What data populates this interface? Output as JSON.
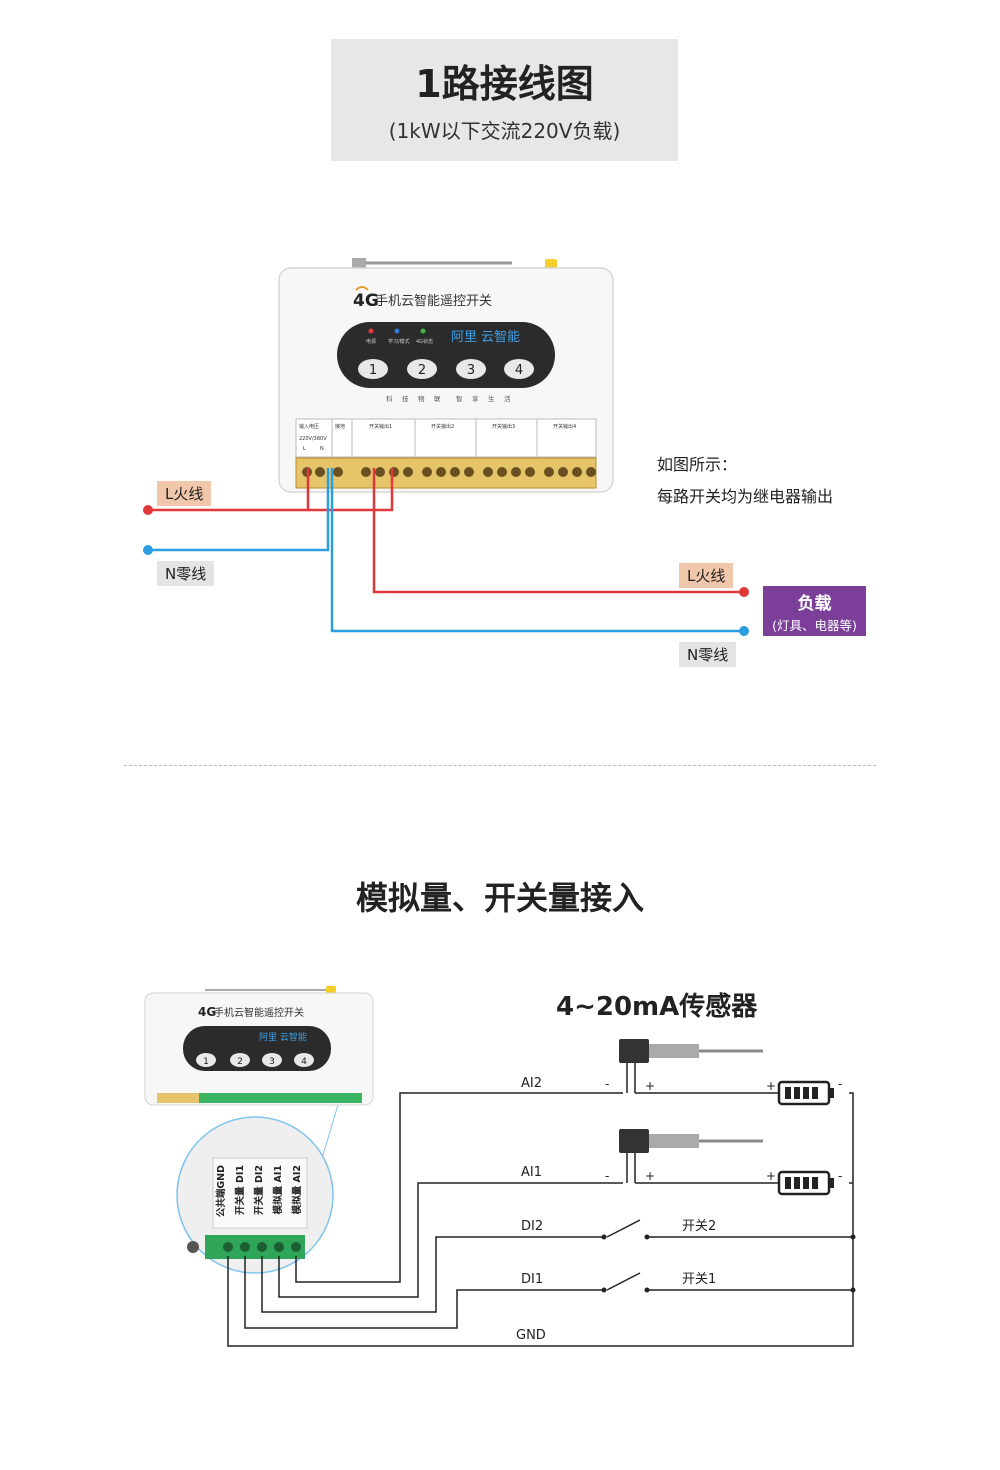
{
  "header": {
    "title": "1路接线图",
    "subtitle": "(1kW以下交流220V负载)"
  },
  "device": {
    "brand_4g": "4G",
    "name": "手机云智能遥控开关",
    "panel_brand": "阿里 云智能",
    "led_labels": [
      "电源",
      "学习/模式",
      "4G状态"
    ],
    "buttons": [
      "1",
      "2",
      "3",
      "4"
    ],
    "slogan": [
      "科",
      "技",
      "物",
      "联",
      "智",
      "享",
      "生",
      "活"
    ],
    "terminal_labels": [
      "输入电压",
      "接地",
      "开关输出1",
      "开关输出2",
      "开关输出3",
      "开关输出4"
    ],
    "voltage_label": "220V/380V",
    "ln_labels": [
      "L",
      "N"
    ]
  },
  "wiring": {
    "input_live": "L火线",
    "input_neutral": "N零线",
    "output_live": "L火线",
    "output_neutral": "N零线",
    "load_title": "负载",
    "load_sub": "(灯具、电器等)",
    "note_line1": "如图所示：",
    "note_line2": "每路开关均为继电器输出",
    "colors": {
      "live": "#e0383a",
      "neutral": "#2a9ee0",
      "load": "#7b3f9a"
    }
  },
  "section2": {
    "title": "模拟量、开关量接入",
    "sensor_title": "4~20mA传感器",
    "terminal_labels": [
      "公共端GND",
      "开关量 DI1",
      "开关量 DI2",
      "模拟量 AI1",
      "模拟量 AI2"
    ],
    "wires": [
      "AI2",
      "AI1",
      "DI2",
      "DI1",
      "GND"
    ],
    "switches": [
      "开关2",
      "开关1"
    ],
    "plus": "+",
    "minus": "-"
  }
}
